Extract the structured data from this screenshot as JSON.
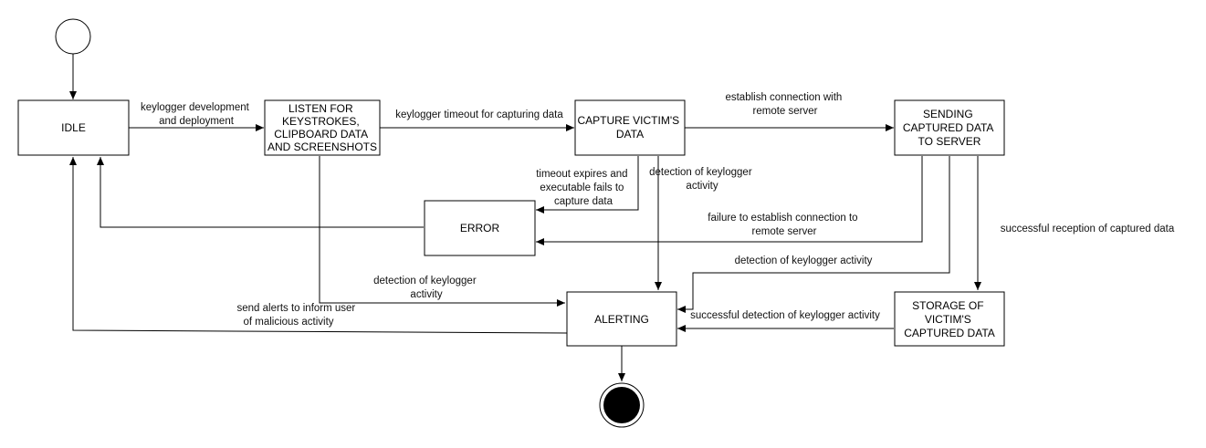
{
  "nodes": {
    "idle": "IDLE",
    "listen": [
      "LISTEN FOR",
      "KEYSTROKES,",
      "CLIPBOARD DATA",
      "AND SCREENSHOTS"
    ],
    "capture": [
      "CAPTURE VICTIM'S",
      "DATA"
    ],
    "sending": [
      "SENDING",
      "CAPTURED DATA",
      "TO SERVER"
    ],
    "error": "ERROR",
    "alerting": "ALERTING",
    "storage": [
      "STORAGE OF",
      "VICTIM'S",
      "CAPTURED DATA"
    ]
  },
  "edges": {
    "idle_to_listen": [
      "keylogger development",
      "and deployment"
    ],
    "listen_to_capture": [
      "keylogger timeout for capturing data"
    ],
    "capture_to_sending": [
      "establish connection with",
      "remote server"
    ],
    "capture_to_error": [
      "timeout expires and",
      "executable fails to",
      "capture data"
    ],
    "capture_to_alerting": [
      "detection of keylogger",
      "activity"
    ],
    "sending_to_error": [
      "failure to establish connection to",
      "remote server"
    ],
    "sending_to_storage": [
      "successful reception of captured data"
    ],
    "sending_to_alerting": [
      "detection of keylogger activity"
    ],
    "listen_to_alerting": [
      "detection of keylogger",
      "activity"
    ],
    "alerting_to_idle": [
      "send alerts to inform user",
      "of malicious activity"
    ],
    "storage_to_alerting": [
      "successful detection of keylogger activity"
    ]
  }
}
